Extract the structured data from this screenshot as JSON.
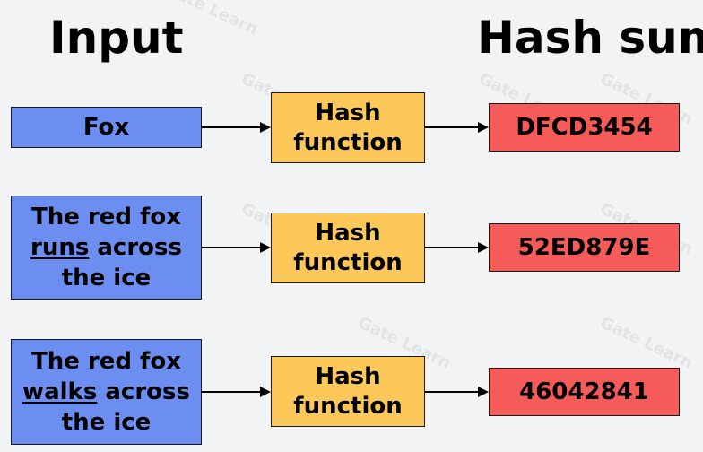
{
  "headings": {
    "input": "Input",
    "output": "Hash sum"
  },
  "rows": [
    {
      "input": {
        "before": "",
        "underlined": "",
        "after": "Fox"
      },
      "function_lines": [
        "Hash",
        "function"
      ],
      "output": "DFCD3454"
    },
    {
      "input": {
        "before": "The red fox",
        "underlined": "runs",
        "after": "across the ice",
        "line2_rest": "across",
        "line3": "the ice"
      },
      "function_lines": [
        "Hash",
        "function"
      ],
      "output": "52ED879E"
    },
    {
      "input": {
        "before": "The red fox",
        "underlined": "walks",
        "after": "across the ice",
        "line2_rest": "across",
        "line3": "the ice"
      },
      "function_lines": [
        "Hash",
        "function"
      ],
      "output": "46042841"
    }
  ],
  "watermark": "Gate Learn",
  "colors": {
    "input": "#6b8ef0",
    "function": "#fcc85a",
    "output": "#f55b58",
    "background": "#f2f3f4"
  }
}
